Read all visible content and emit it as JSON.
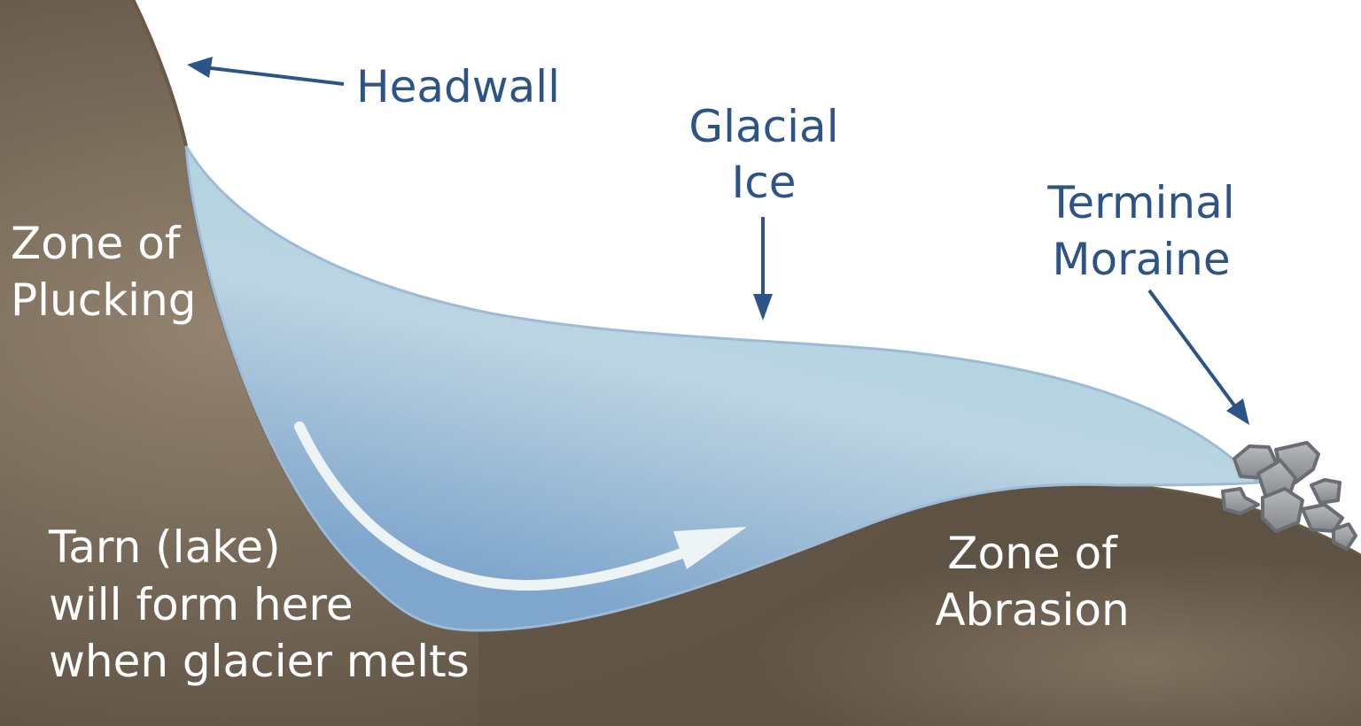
{
  "labels": {
    "headwall": "Headwall",
    "glacial_ice": [
      "Glacial",
      "Ice"
    ],
    "terminal_moraine": [
      "Terminal",
      "Moraine"
    ],
    "zone_plucking": [
      "Zone of",
      "Plucking"
    ],
    "tarn": [
      "Tarn (lake)",
      "will form here",
      "when glacier melts"
    ],
    "zone_abrasion": [
      "Zone of",
      "Abrasion"
    ]
  },
  "colors": {
    "label_blue": "#2d5486",
    "rock": "#7a6a58",
    "ice": "#a9d2df",
    "moraine": "#9a9ca0"
  }
}
